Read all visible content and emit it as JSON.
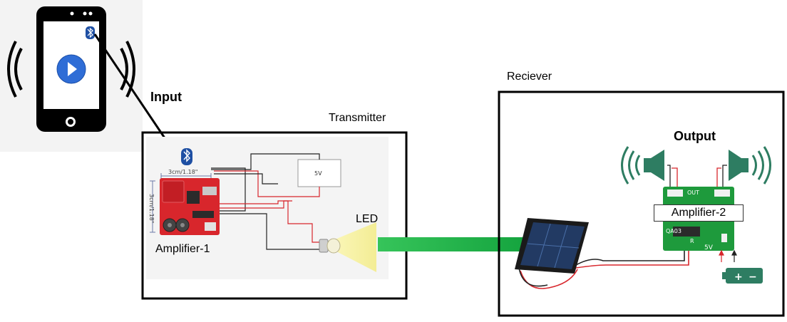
{
  "labels": {
    "input": "Input",
    "transmitter": "Transmitter",
    "receiver": "Reciever",
    "output": "Output",
    "led": "LED",
    "amplifier1": "Amplifier-1",
    "amplifier2": "Amplifier-2"
  },
  "board_marks": {
    "dim_width": "3cm/1.18\"",
    "dim_height": "3cm/1.18\"",
    "supply_5v": "5V",
    "out": "OUT",
    "chip": "QA03",
    "r_mark": "R",
    "amp2_5v": "5V",
    "battery_plus": "+",
    "battery_minus": "−"
  },
  "icons": [
    "smartphone-icon",
    "bluetooth-icon",
    "play-icon",
    "signal-wave-icon",
    "speaker-icon",
    "battery-icon",
    "solar-panel-icon",
    "led-bulb-icon"
  ],
  "colors": {
    "beam_arrow": "#1fb14a",
    "led_glow": "#f3ec8a",
    "amp_board": "#d8262c",
    "amp2_board": "#1e9a3c",
    "speaker": "#2e7d62",
    "bluetooth": "#1e4fa3",
    "play_button": "#2f6dd6"
  }
}
